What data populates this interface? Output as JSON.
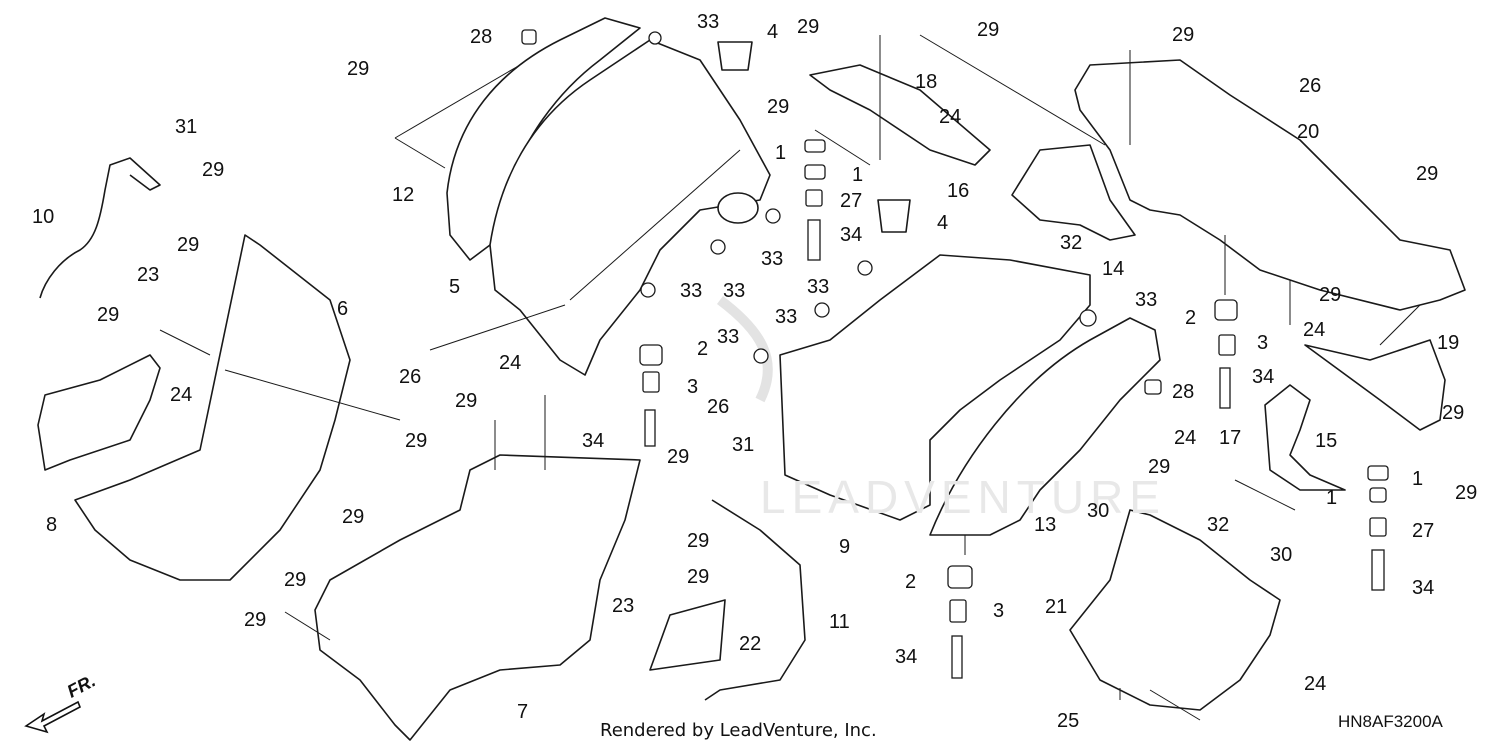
{
  "diagram": {
    "footer_text": "Rendered by LeadVenture, Inc.",
    "drawing_code": "HN8AF3200A",
    "direction_label": "FR.",
    "watermark": "LEADVENTURE",
    "callouts": [
      {
        "id": "c1",
        "text": "28"
      },
      {
        "id": "c2",
        "text": "33"
      },
      {
        "id": "c3",
        "text": "4"
      },
      {
        "id": "c4",
        "text": "29"
      },
      {
        "id": "c5",
        "text": "29"
      },
      {
        "id": "c6",
        "text": "29"
      },
      {
        "id": "c7",
        "text": "29"
      },
      {
        "id": "c8",
        "text": "18"
      },
      {
        "id": "c9",
        "text": "29"
      },
      {
        "id": "c10",
        "text": "26"
      },
      {
        "id": "c11",
        "text": "31"
      },
      {
        "id": "c12",
        "text": "20"
      },
      {
        "id": "c13",
        "text": "12"
      },
      {
        "id": "c14",
        "text": "1"
      },
      {
        "id": "c15",
        "text": "1"
      },
      {
        "id": "c16",
        "text": "24"
      },
      {
        "id": "c17",
        "text": "29"
      },
      {
        "id": "c18",
        "text": "10"
      },
      {
        "id": "c19",
        "text": "27"
      },
      {
        "id": "c20",
        "text": "16"
      },
      {
        "id": "c21",
        "text": "4"
      },
      {
        "id": "c22",
        "text": "34"
      },
      {
        "id": "c23",
        "text": "32"
      },
      {
        "id": "c24",
        "text": "14"
      },
      {
        "id": "c25",
        "text": "29"
      },
      {
        "id": "c26",
        "text": "33"
      },
      {
        "id": "c27",
        "text": "33"
      },
      {
        "id": "c28",
        "text": "23"
      },
      {
        "id": "c29",
        "text": "5"
      },
      {
        "id": "c30",
        "text": "33"
      },
      {
        "id": "c31",
        "text": "33"
      },
      {
        "id": "c32",
        "text": "33"
      },
      {
        "id": "c33",
        "text": "6"
      },
      {
        "id": "c34",
        "text": "33"
      },
      {
        "id": "c35",
        "text": "33"
      },
      {
        "id": "c36",
        "text": "29"
      },
      {
        "id": "c37",
        "text": "2"
      },
      {
        "id": "c38",
        "text": "24"
      },
      {
        "id": "c39",
        "text": "29"
      },
      {
        "id": "c40",
        "text": "29"
      },
      {
        "id": "c41",
        "text": "3"
      },
      {
        "id": "c42",
        "text": "2"
      },
      {
        "id": "c43",
        "text": "19"
      },
      {
        "id": "c44",
        "text": "26"
      },
      {
        "id": "c45",
        "text": "24"
      },
      {
        "id": "c46",
        "text": "24"
      },
      {
        "id": "c47",
        "text": "3"
      },
      {
        "id": "c48",
        "text": "26"
      },
      {
        "id": "c49",
        "text": "28"
      },
      {
        "id": "c50",
        "text": "34"
      },
      {
        "id": "c51",
        "text": "29"
      },
      {
        "id": "c52",
        "text": "29"
      },
      {
        "id": "c53",
        "text": "34"
      },
      {
        "id": "c54",
        "text": "15"
      },
      {
        "id": "c55",
        "text": "29"
      },
      {
        "id": "c56",
        "text": "24"
      },
      {
        "id": "c57",
        "text": "17"
      },
      {
        "id": "c58",
        "text": "8"
      },
      {
        "id": "c59",
        "text": "29"
      },
      {
        "id": "c60",
        "text": "31"
      },
      {
        "id": "c61",
        "text": "29"
      },
      {
        "id": "c62",
        "text": "1"
      },
      {
        "id": "c63",
        "text": "1"
      },
      {
        "id": "c64",
        "text": "29"
      },
      {
        "id": "c65",
        "text": "9"
      },
      {
        "id": "c66",
        "text": "13"
      },
      {
        "id": "c67",
        "text": "30"
      },
      {
        "id": "c68",
        "text": "32"
      },
      {
        "id": "c69",
        "text": "27"
      },
      {
        "id": "c70",
        "text": "29"
      },
      {
        "id": "c71",
        "text": "29"
      },
      {
        "id": "c72",
        "text": "30"
      },
      {
        "id": "c73",
        "text": "29"
      },
      {
        "id": "c74",
        "text": "29"
      },
      {
        "id": "c75",
        "text": "2"
      },
      {
        "id": "c76",
        "text": "21"
      },
      {
        "id": "c77",
        "text": "34"
      },
      {
        "id": "c78",
        "text": "29"
      },
      {
        "id": "c79",
        "text": "23"
      },
      {
        "id": "c80",
        "text": "3"
      },
      {
        "id": "c81",
        "text": "11"
      },
      {
        "id": "c82",
        "text": "22"
      },
      {
        "id": "c83",
        "text": "34"
      },
      {
        "id": "c84",
        "text": "7"
      },
      {
        "id": "c85",
        "text": "24"
      },
      {
        "id": "c86",
        "text": "25"
      }
    ]
  }
}
